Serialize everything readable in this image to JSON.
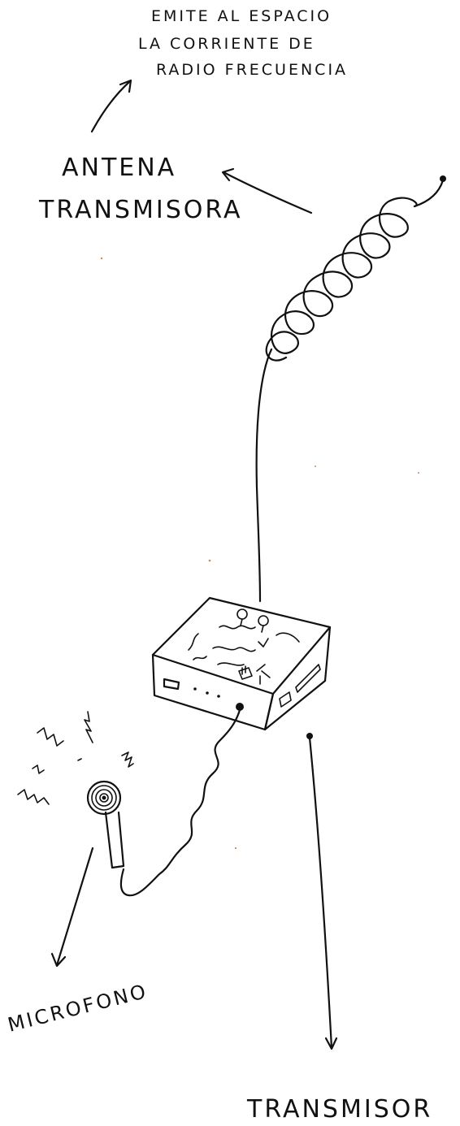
{
  "labels": {
    "emite_line1": "EMITE AL ESPACIO",
    "emite_line2": "LA CORRIENTE DE",
    "emite_line3": "RADIO FRECUENCIA",
    "antena_line1": "ANTENA",
    "antena_line2": "TRANSMISORA",
    "microfono": "MICROFONO",
    "transmisor": "TRANSMISOR"
  },
  "colors": {
    "ink": "#111111",
    "paper": "#ffffff"
  }
}
